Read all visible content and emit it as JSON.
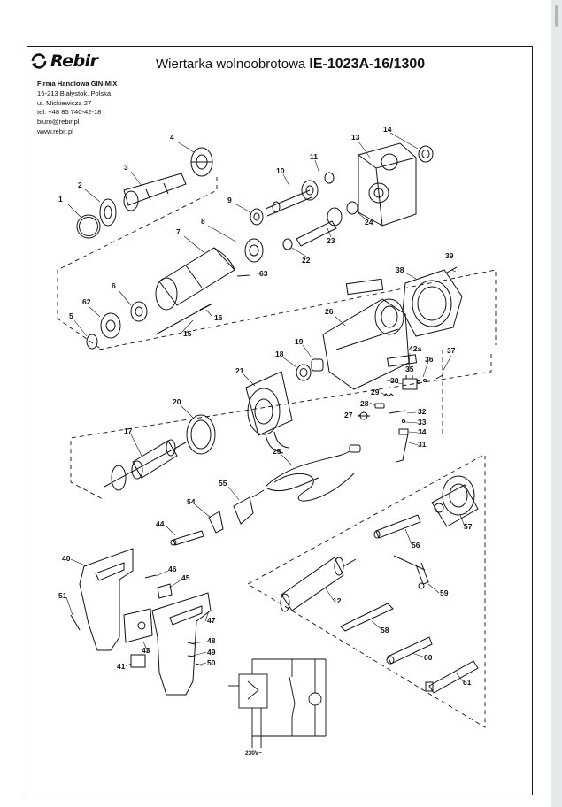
{
  "header": {
    "brand": "Rebir",
    "title_prefix": "Wiertarka wolnoobrotowa",
    "model": "IE-1023A-16/1300"
  },
  "company": {
    "name": "Firma Handlowa GIN-MIX",
    "lines": [
      "15-213 Białystok, Polska",
      "ul. Mickiewicza 27",
      "tel. +48 85 740-42-18",
      "biuro@rebir.pl",
      "www.rebir.pl"
    ]
  },
  "diagram": {
    "part_labels": [
      "1",
      "2",
      "3",
      "4",
      "5",
      "6",
      "7",
      "8",
      "9",
      "10",
      "11",
      "12",
      "13",
      "14",
      "15",
      "16",
      "17",
      "18",
      "19",
      "20",
      "21",
      "22",
      "23",
      "24",
      "25",
      "26",
      "27",
      "28",
      "29",
      "30",
      "31",
      "32",
      "33",
      "34",
      "35",
      "36",
      "37",
      "38",
      "39",
      "40",
      "41",
      "42a",
      "43",
      "44",
      "45",
      "46",
      "47",
      "48",
      "49",
      "50",
      "51",
      "54",
      "55",
      "56",
      "57",
      "58",
      "59",
      "60",
      "61",
      "62",
      "63"
    ],
    "voltage_label": "230V~"
  },
  "colors": {
    "line": "#111111",
    "page": "#ffffff",
    "viewer_bg": "#eceff1"
  }
}
